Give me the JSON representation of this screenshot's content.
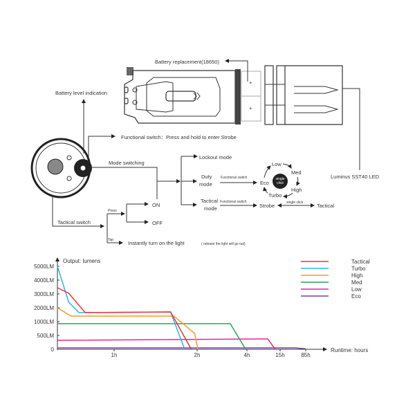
{
  "labels": {
    "battery_replacement": "Battery replacement(18650)",
    "battery_level": "Battery level indication",
    "functional_switch": "Functional switch：Press and hold to enter Strobe",
    "mode_switching": "Mode switching",
    "lockout_mode": "Lockout mode",
    "duty_mode_1": "Duty",
    "duty_mode_2": "mode",
    "tactical_mode_1": "Tactical",
    "tactical_mode_2": "mode",
    "functional_switch_small": "Functional switch",
    "cycle": {
      "low": "Low",
      "med": "Med",
      "high": "High",
      "turbo": "Turbo",
      "eco": "Eco",
      "center_1": "single",
      "center_2": "click"
    },
    "strobe": "Strobe",
    "single_click": "single click",
    "tactical": "Tactical",
    "tactical_switch": "Tactical switch",
    "press": "Press",
    "tap": "Tap",
    "on": "ON",
    "off": "OFF",
    "instant_on": "Instantly turn on the light",
    "instant_note": "( release the light will go out)",
    "led": "Luminus SST40 LED",
    "plus": "+"
  },
  "chart_data": {
    "type": "line",
    "title": "",
    "ylabel": "Output: lumens",
    "xlabel": "Runtime: hours",
    "y_ticks": [
      {
        "v": 0,
        "label": "0"
      },
      {
        "v": 500,
        "label": "500LM"
      },
      {
        "v": 1000,
        "label": "1000LM"
      },
      {
        "v": 2000,
        "label": "2000LM"
      },
      {
        "v": 3000,
        "label": "3000LM"
      },
      {
        "v": 4000,
        "label": "4000LM"
      },
      {
        "v": 5000,
        "label": "5000LM"
      }
    ],
    "x_ticks": [
      {
        "v": 1,
        "label": "1h"
      },
      {
        "v": 2,
        "label": "2h"
      },
      {
        "v": 4,
        "label": "4h"
      },
      {
        "v": 15,
        "label": "15h"
      },
      {
        "v": 85,
        "label": "85h"
      }
    ],
    "legend_position": "top-right",
    "series": [
      {
        "name": "Tactical",
        "color": "#e8343c",
        "points": [
          [
            0,
            3450
          ],
          [
            0.2,
            3050
          ],
          [
            0.49,
            1650
          ],
          [
            1.68,
            1700
          ],
          [
            1.93,
            0
          ]
        ]
      },
      {
        "name": "Turbo",
        "color": "#29b5ea",
        "points": [
          [
            0,
            5000
          ],
          [
            0.2,
            2400
          ],
          [
            0.38,
            1650
          ],
          [
            1.68,
            1700
          ],
          [
            1.85,
            0
          ]
        ]
      },
      {
        "name": "High",
        "color": "#f39a2c",
        "points": [
          [
            0,
            2000
          ],
          [
            0.24,
            1400
          ],
          [
            1.72,
            1400
          ],
          [
            1.97,
            575
          ],
          [
            2.03,
            0
          ]
        ]
      },
      {
        "name": "Med",
        "color": "#21a55a",
        "points": [
          [
            0,
            925
          ],
          [
            3.33,
            925
          ],
          [
            3.95,
            0
          ]
        ]
      },
      {
        "name": "Low",
        "color": "#e8268f",
        "points": [
          [
            0,
            325
          ],
          [
            10.9,
            375
          ],
          [
            13.4,
            0
          ]
        ]
      },
      {
        "name": "Eco",
        "color": "#7b3fa0",
        "points": [
          [
            0,
            50
          ],
          [
            56.6,
            50
          ],
          [
            85,
            20
          ]
        ]
      }
    ]
  }
}
